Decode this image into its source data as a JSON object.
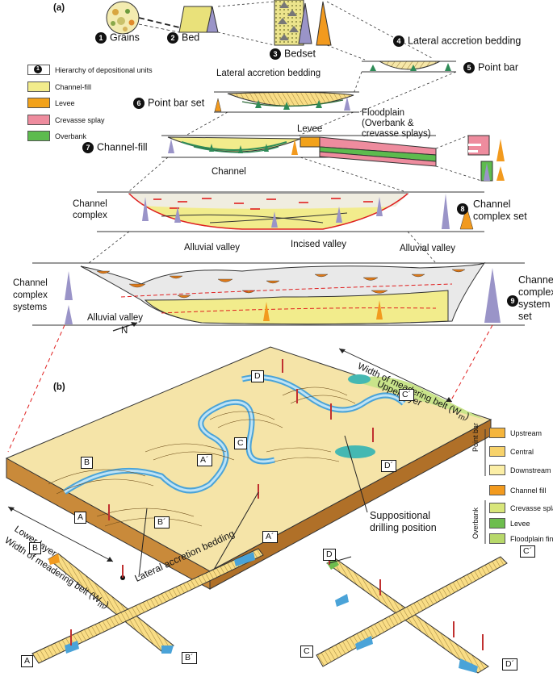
{
  "panel_a": {
    "label": "(a)",
    "units": [
      {
        "num": "1",
        "name": "Grains"
      },
      {
        "num": "2",
        "name": "Bed"
      },
      {
        "num": "3",
        "name": "Bedset"
      },
      {
        "num": "4",
        "name": "Lateral accretion bedding"
      },
      {
        "num": "5",
        "name": "Point bar"
      },
      {
        "num": "6",
        "name": "Point bar set"
      },
      {
        "num": "7",
        "name": "Channel-fill"
      },
      {
        "num": "8",
        "name": "Channel complex set"
      },
      {
        "num": "9",
        "name": "Channel complex system set"
      }
    ],
    "legend": [
      {
        "label": "Hierarchy of depositional units",
        "color": "#ffffff",
        "num": "1"
      },
      {
        "label": "Channel-fill",
        "color": "#f2ec8c"
      },
      {
        "label": "Levee",
        "color": "#f2a21a"
      },
      {
        "label": "Crevasse splay",
        "color": "#ee8c9e"
      },
      {
        "label": "Overbank",
        "color": "#5dbb4e"
      }
    ],
    "annotations": {
      "lateral_accretion": "Lateral accretion bedding",
      "levee": "Levee",
      "floodplain": "Floodplain (Overbank & crevasse splays)",
      "floodplain_l1": "Floodplain",
      "floodplain_l2": "(Overbank &",
      "floodplain_l3": "crevasse splays)",
      "channel": "Channel",
      "channel_complex_l1": "Channel",
      "channel_complex_l2": "complex",
      "incised_valley": "Incised valley",
      "alluvial_valley": "Alluvial valley",
      "ccs_l1": "Channel",
      "ccs_l2": "complex",
      "ccs_l3": "systems",
      "set9_l1": "Channel",
      "set9_l2": "complex",
      "set9_l3": "system",
      "set9_l4": "set",
      "set8_l1": "Channel",
      "set8_l2": "complex set"
    }
  },
  "panel_b": {
    "label": "(b)",
    "north": "N",
    "upper_belt": "Width of meadering belt (W",
    "upper_sub": "m",
    "upper_layer": "Upper layer",
    "lower_layer": "Lower layer",
    "lower_belt": "Width of meadering belt (W",
    "lower_sub": "m",
    "drilling": "Suppositional drilling position",
    "drilling_l1": "Suppositional",
    "drilling_l2": "drilling position",
    "lateral": "Lateral accretion bedding",
    "section_labels": [
      "A",
      "A´",
      "B",
      "B´",
      "C",
      "C´",
      "D",
      "D´"
    ],
    "legend_groups": [
      {
        "group": "Point bar",
        "items": [
          {
            "label": "Upstream",
            "color": "#f5b53c"
          },
          {
            "label": "Central",
            "color": "#f7d26b"
          },
          {
            "label": "Downstream",
            "color": "#fbeea6"
          }
        ]
      },
      {
        "group": "",
        "items": [
          {
            "label": "Channel fill",
            "color": "#f29a1e"
          }
        ]
      },
      {
        "group": "Overbank",
        "items": [
          {
            "label": "Crevasse splay",
            "color": "#d8e67a"
          },
          {
            "label": "Levee",
            "color": "#6dbd4e"
          },
          {
            "label": "Floodplain fines",
            "color": "#b7d86a"
          }
        ]
      }
    ]
  }
}
